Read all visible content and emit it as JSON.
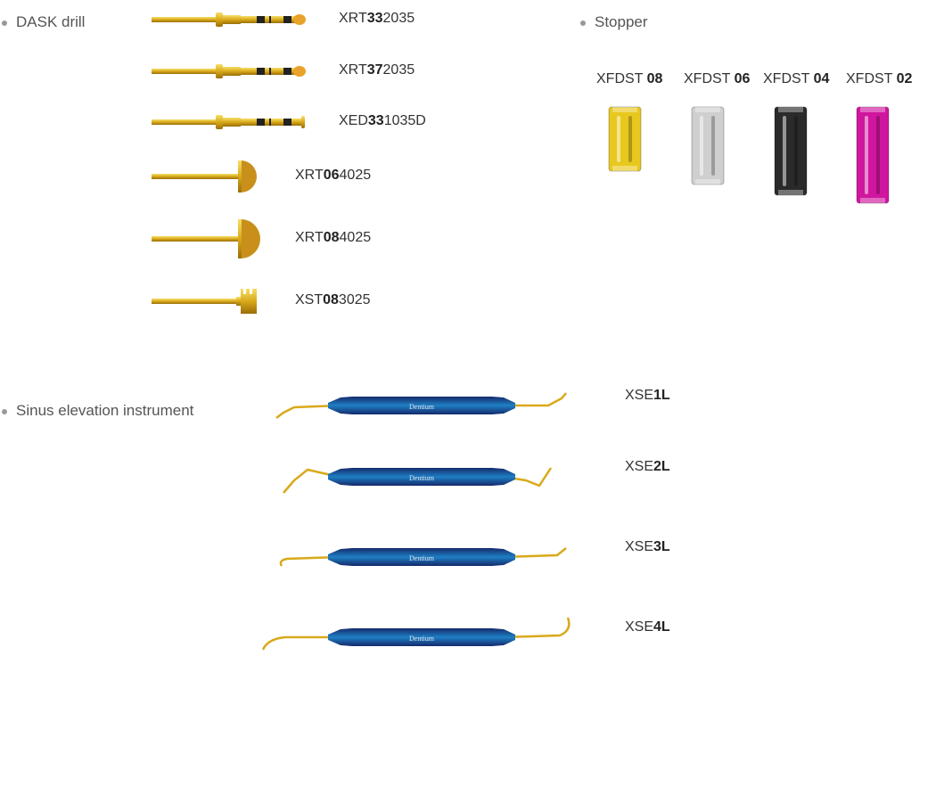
{
  "sections": {
    "dask": "DASK drill",
    "stopper": "Stopper",
    "sinus": "Sinus elevation instrument"
  },
  "drills": [
    {
      "pre": "XRT",
      "bold": "33",
      "post": "2035",
      "type": "drill"
    },
    {
      "pre": "XRT",
      "bold": "37",
      "post": "2035",
      "type": "drill"
    },
    {
      "pre": "XED",
      "bold": "33",
      "post": "1035D",
      "type": "drill-disk"
    },
    {
      "pre": "XRT",
      "bold": "06",
      "post": "4025",
      "type": "dome-small"
    },
    {
      "pre": "XRT",
      "bold": "08",
      "post": "4025",
      "type": "dome-large"
    },
    {
      "pre": "XST",
      "bold": "08",
      "post": "3025",
      "type": "crown"
    }
  ],
  "stoppers": [
    {
      "pre": "XFDST ",
      "bold": "08",
      "color": "#e8c81e"
    },
    {
      "pre": "XFDST ",
      "bold": "06",
      "color": "#cfcfcf"
    },
    {
      "pre": "XFDST ",
      "bold": "04",
      "color": "#2a2a2a"
    },
    {
      "pre": "XFDST ",
      "bold": "02",
      "color": "#d0169e"
    }
  ],
  "instruments": [
    {
      "pre": "XSE",
      "bold": "1L"
    },
    {
      "pre": "XSE",
      "bold": "2L"
    },
    {
      "pre": "XSE",
      "bold": "3L"
    },
    {
      "pre": "XSE",
      "bold": "4L"
    }
  ],
  "logo": "Dentium",
  "colors": {
    "gold": "#d9a91a",
    "blue": "#1f7fc4",
    "navy": "#142a6b"
  }
}
